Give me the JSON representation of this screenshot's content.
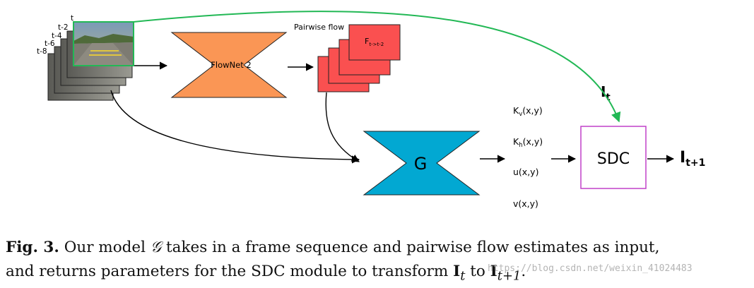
{
  "frames": {
    "labels": [
      "t",
      "t-2",
      "t-4",
      "t-6",
      "t-8"
    ]
  },
  "flownet": {
    "label": "FlowNet 2",
    "color": "#fa9655"
  },
  "pairwise": {
    "title": "Pairwise flow",
    "flow_main": "F",
    "flow_sub": "t->t-2",
    "color": "#fa5050"
  },
  "generator": {
    "label": "G",
    "color": "#02a8d2"
  },
  "params": [
    "K",
    "(x,y)",
    "K",
    "(x,y)",
    "u(x,y)",
    "v(x,y)"
  ],
  "param_subs": [
    "v",
    "h"
  ],
  "sdc": {
    "label": "SDC",
    "border_color": "#c040c8"
  },
  "target_frame": {
    "main": "I",
    "sub": "t"
  },
  "output_frame": {
    "main": "I",
    "sub": "t+1"
  },
  "arrow_color_green": "#22b855",
  "caption": {
    "fig_label": "Fig. 3.",
    "part1": " Our model ",
    "model_symbol": "𝒢",
    "part2": " takes in a frame sequence and pairwise flow estimates as input,",
    "line2_part1": "and returns parameters for the SDC module to transform ",
    "sym_It_main": "I",
    "sym_It_sub": "t",
    "to": " to ",
    "sym_It1_main": "I",
    "sym_It1_sub": "t+1",
    "end": "."
  },
  "watermark": "https://blog.csdn.net/weixin_41024483"
}
